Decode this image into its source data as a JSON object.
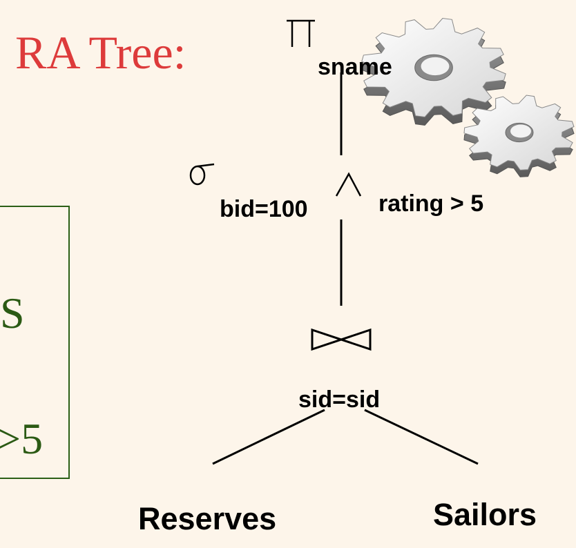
{
  "slide": {
    "title": "RA Tree:"
  },
  "sql_box": {
    "line1_fragment": "S",
    "line2_fragment": ">5"
  },
  "tree": {
    "projection": {
      "symbol": "π",
      "attribute": "sname"
    },
    "selection": {
      "symbol": "σ",
      "condition_left": "bid=100",
      "connective": "∧",
      "condition_right": "rating > 5"
    },
    "join": {
      "symbol": "⋈",
      "condition": "sid=sid"
    },
    "leaves": [
      "Reserves",
      "Sailors"
    ]
  },
  "decoration": {
    "gears_icon": "gears-icon",
    "gear_color": "#e8e8e8",
    "title_color": "#dd3b3b",
    "sql_text_color": "#2b5a14",
    "background": "#fdf5ea"
  }
}
